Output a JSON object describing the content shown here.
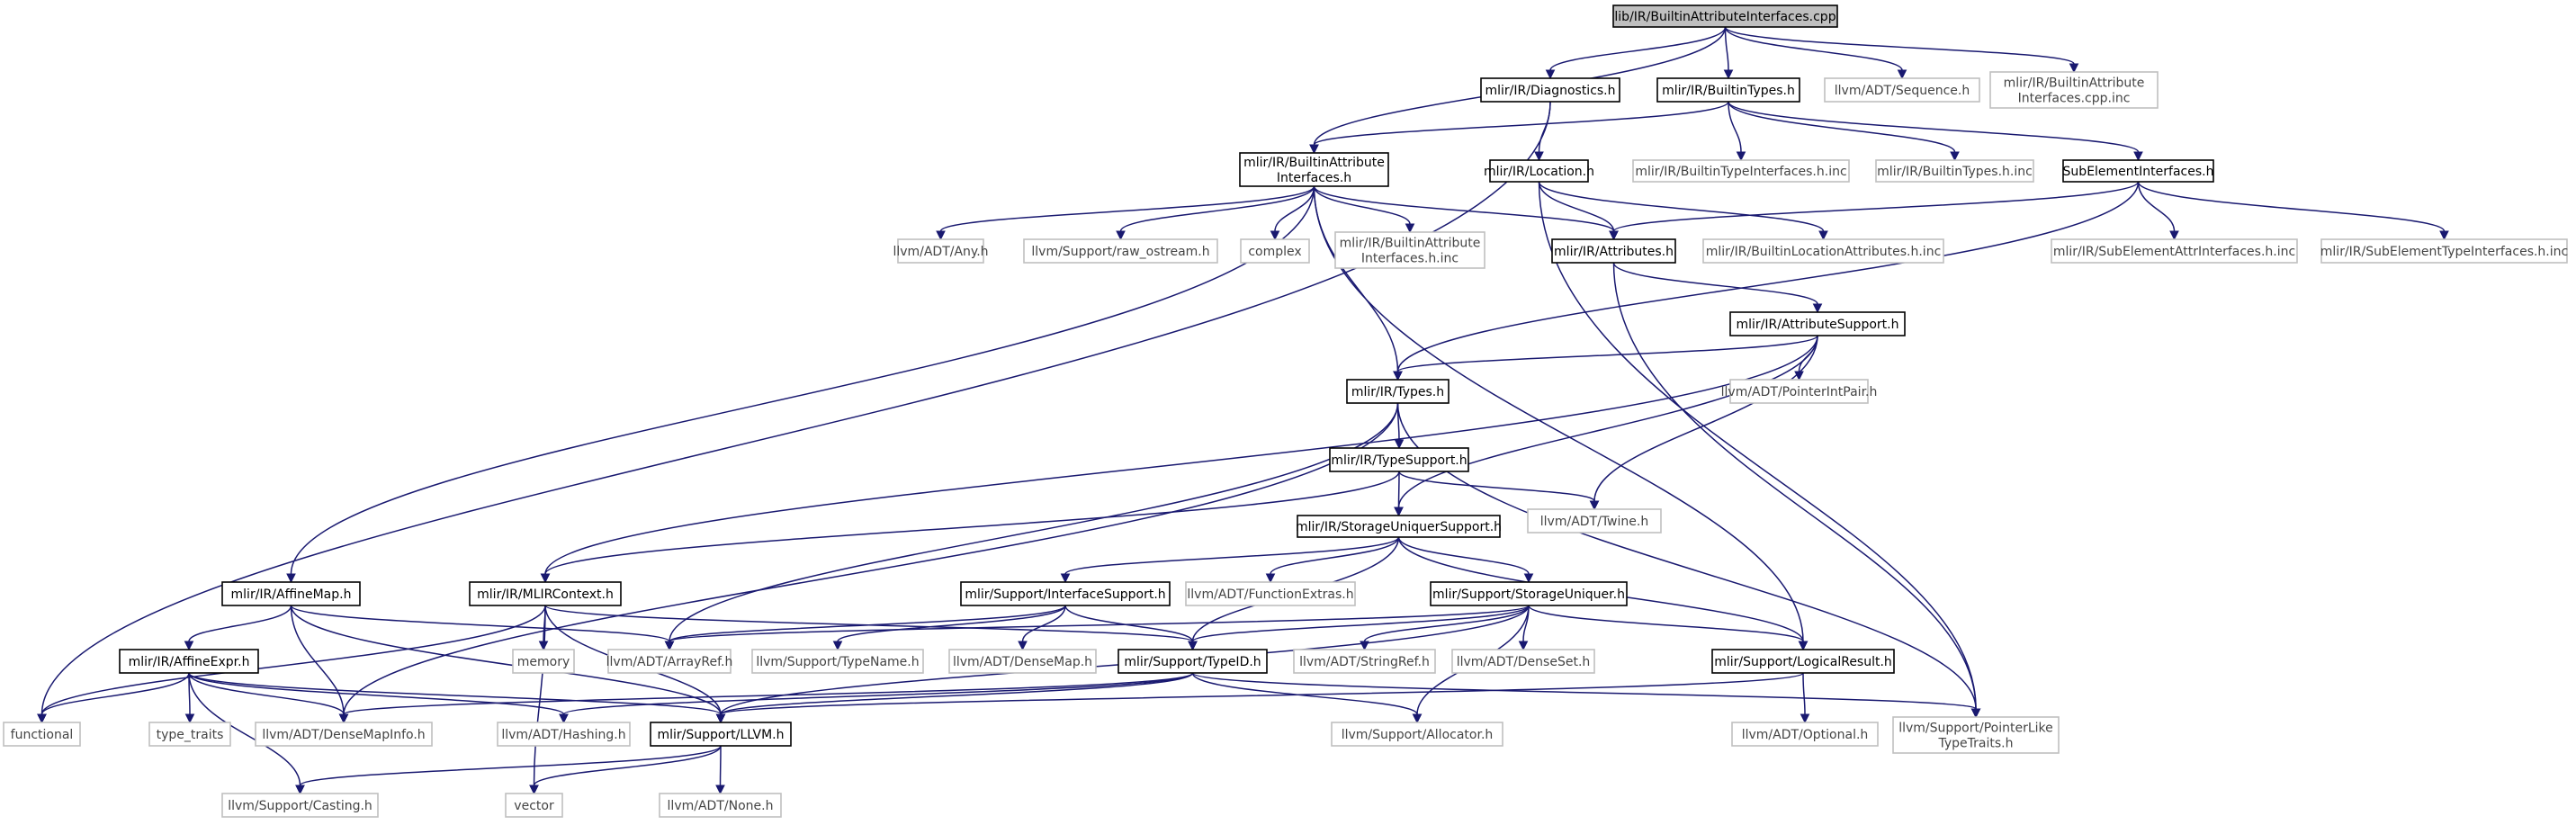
{
  "graph_title": "lib/IR/BuiltinAttributeInterfaces.cpp",
  "colors": {
    "edge": "#191970",
    "root_fill": "#bfbfbf",
    "documented_border": "#000000",
    "external_border": "#bfbfbf",
    "background": "#ffffff"
  },
  "nodes": [
    {
      "id": "root",
      "lines": [
        "lib/IR/BuiltinAttributeInterfaces.cpp"
      ],
      "kind": "root"
    },
    {
      "id": "diagnostics",
      "lines": [
        "mlir/IR/Diagnostics.h"
      ],
      "kind": "doc"
    },
    {
      "id": "builtintypes",
      "lines": [
        "mlir/IR/BuiltinTypes.h"
      ],
      "kind": "doc"
    },
    {
      "id": "sequence",
      "lines": [
        "llvm/ADT/Sequence.h"
      ],
      "kind": "ext"
    },
    {
      "id": "cppinc",
      "lines": [
        "mlir/IR/BuiltinAttribute",
        "Interfaces.cpp.inc"
      ],
      "kind": "ext"
    },
    {
      "id": "bai_h",
      "lines": [
        "mlir/IR/BuiltinAttribute",
        "Interfaces.h"
      ],
      "kind": "doc"
    },
    {
      "id": "location",
      "lines": [
        "mlir/IR/Location.h"
      ],
      "kind": "doc"
    },
    {
      "id": "bti_inc",
      "lines": [
        "mlir/IR/BuiltinTypeInterfaces.h.inc"
      ],
      "kind": "ext"
    },
    {
      "id": "bt_inc",
      "lines": [
        "mlir/IR/BuiltinTypes.h.inc"
      ],
      "kind": "ext"
    },
    {
      "id": "subelem",
      "lines": [
        "SubElementInterfaces.h"
      ],
      "kind": "doc"
    },
    {
      "id": "any",
      "lines": [
        "llvm/ADT/Any.h"
      ],
      "kind": "ext"
    },
    {
      "id": "raw_ostream",
      "lines": [
        "llvm/Support/raw_ostream.h"
      ],
      "kind": "ext"
    },
    {
      "id": "complex",
      "lines": [
        "complex"
      ],
      "kind": "ext"
    },
    {
      "id": "bai_h_inc",
      "lines": [
        "mlir/IR/BuiltinAttribute",
        "Interfaces.h.inc"
      ],
      "kind": "ext"
    },
    {
      "id": "attributes",
      "lines": [
        "mlir/IR/Attributes.h"
      ],
      "kind": "doc"
    },
    {
      "id": "bla_inc",
      "lines": [
        "mlir/IR/BuiltinLocationAttributes.h.inc"
      ],
      "kind": "ext"
    },
    {
      "id": "seai_inc",
      "lines": [
        "mlir/IR/SubElementAttrInterfaces.h.inc"
      ],
      "kind": "ext"
    },
    {
      "id": "seti_inc",
      "lines": [
        "mlir/IR/SubElementTypeInterfaces.h.inc"
      ],
      "kind": "ext"
    },
    {
      "id": "attrsupport",
      "lines": [
        "mlir/IR/AttributeSupport.h"
      ],
      "kind": "doc"
    },
    {
      "id": "types",
      "lines": [
        "mlir/IR/Types.h"
      ],
      "kind": "doc"
    },
    {
      "id": "pip",
      "lines": [
        "llvm/ADT/PointerIntPair.h"
      ],
      "kind": "ext"
    },
    {
      "id": "typesupport",
      "lines": [
        "mlir/IR/TypeSupport.h"
      ],
      "kind": "doc"
    },
    {
      "id": "twine",
      "lines": [
        "llvm/ADT/Twine.h"
      ],
      "kind": "ext"
    },
    {
      "id": "sus",
      "lines": [
        "mlir/IR/StorageUniquerSupport.h"
      ],
      "kind": "doc"
    },
    {
      "id": "affinemap",
      "lines": [
        "mlir/IR/AffineMap.h"
      ],
      "kind": "doc"
    },
    {
      "id": "mlircontext",
      "lines": [
        "mlir/IR/MLIRContext.h"
      ],
      "kind": "doc"
    },
    {
      "id": "ifsupport",
      "lines": [
        "mlir/Support/InterfaceSupport.h"
      ],
      "kind": "doc"
    },
    {
      "id": "funcextras",
      "lines": [
        "llvm/ADT/FunctionExtras.h"
      ],
      "kind": "ext"
    },
    {
      "id": "suniquer",
      "lines": [
        "mlir/Support/StorageUniquer.h"
      ],
      "kind": "doc"
    },
    {
      "id": "affineexpr",
      "lines": [
        "mlir/IR/AffineExpr.h"
      ],
      "kind": "doc"
    },
    {
      "id": "memory",
      "lines": [
        "memory"
      ],
      "kind": "ext"
    },
    {
      "id": "arrayref",
      "lines": [
        "llvm/ADT/ArrayRef.h"
      ],
      "kind": "ext"
    },
    {
      "id": "typename",
      "lines": [
        "llvm/Support/TypeName.h"
      ],
      "kind": "ext"
    },
    {
      "id": "densemap",
      "lines": [
        "llvm/ADT/DenseMap.h"
      ],
      "kind": "ext"
    },
    {
      "id": "typeid",
      "lines": [
        "mlir/Support/TypeID.h"
      ],
      "kind": "doc"
    },
    {
      "id": "stringref",
      "lines": [
        "llvm/ADT/StringRef.h"
      ],
      "kind": "ext"
    },
    {
      "id": "denseset",
      "lines": [
        "llvm/ADT/DenseSet.h"
      ],
      "kind": "ext"
    },
    {
      "id": "logicalresult",
      "lines": [
        "mlir/Support/LogicalResult.h"
      ],
      "kind": "doc"
    },
    {
      "id": "functional",
      "lines": [
        "functional"
      ],
      "kind": "ext"
    },
    {
      "id": "type_traits",
      "lines": [
        "type_traits"
      ],
      "kind": "ext"
    },
    {
      "id": "densemapinfo",
      "lines": [
        "llvm/ADT/DenseMapInfo.h"
      ],
      "kind": "ext"
    },
    {
      "id": "hashing",
      "lines": [
        "llvm/ADT/Hashing.h"
      ],
      "kind": "ext"
    },
    {
      "id": "llvmh",
      "lines": [
        "mlir/Support/LLVM.h"
      ],
      "kind": "doc"
    },
    {
      "id": "allocator",
      "lines": [
        "llvm/Support/Allocator.h"
      ],
      "kind": "ext"
    },
    {
      "id": "optional",
      "lines": [
        "llvm/ADT/Optional.h"
      ],
      "kind": "ext"
    },
    {
      "id": "plt",
      "lines": [
        "llvm/Support/PointerLike",
        "TypeTraits.h"
      ],
      "kind": "ext"
    },
    {
      "id": "casting",
      "lines": [
        "llvm/Support/Casting.h"
      ],
      "kind": "ext"
    },
    {
      "id": "vector",
      "lines": [
        "vector"
      ],
      "kind": "ext"
    },
    {
      "id": "none",
      "lines": [
        "llvm/ADT/None.h"
      ],
      "kind": "ext"
    }
  ],
  "edges": [
    [
      "root",
      "diagnostics"
    ],
    [
      "root",
      "builtintypes"
    ],
    [
      "root",
      "sequence"
    ],
    [
      "root",
      "cppinc"
    ],
    [
      "root",
      "bai_h"
    ],
    [
      "diagnostics",
      "location"
    ],
    [
      "diagnostics",
      "functional"
    ],
    [
      "builtintypes",
      "bai_h"
    ],
    [
      "builtintypes",
      "bti_inc"
    ],
    [
      "builtintypes",
      "bt_inc"
    ],
    [
      "builtintypes",
      "subelem"
    ],
    [
      "bai_h",
      "any"
    ],
    [
      "bai_h",
      "raw_ostream"
    ],
    [
      "bai_h",
      "complex"
    ],
    [
      "bai_h",
      "bai_h_inc"
    ],
    [
      "bai_h",
      "attributes"
    ],
    [
      "bai_h",
      "types"
    ],
    [
      "bai_h",
      "affinemap"
    ],
    [
      "bai_h",
      "logicalresult"
    ],
    [
      "location",
      "attributes"
    ],
    [
      "location",
      "bla_inc"
    ],
    [
      "location",
      "plt"
    ],
    [
      "subelem",
      "attributes"
    ],
    [
      "subelem",
      "types"
    ],
    [
      "subelem",
      "seai_inc"
    ],
    [
      "subelem",
      "seti_inc"
    ],
    [
      "attributes",
      "attrsupport"
    ],
    [
      "attributes",
      "plt"
    ],
    [
      "attrsupport",
      "types"
    ],
    [
      "attrsupport",
      "pip"
    ],
    [
      "attrsupport",
      "twine"
    ],
    [
      "attrsupport",
      "sus"
    ],
    [
      "attrsupport",
      "mlircontext"
    ],
    [
      "types",
      "typesupport"
    ],
    [
      "types",
      "arrayref"
    ],
    [
      "types",
      "densemapinfo"
    ],
    [
      "types",
      "plt"
    ],
    [
      "typesupport",
      "sus"
    ],
    [
      "typesupport",
      "twine"
    ],
    [
      "typesupport",
      "mlircontext"
    ],
    [
      "sus",
      "ifsupport"
    ],
    [
      "sus",
      "funcextras"
    ],
    [
      "sus",
      "suniquer"
    ],
    [
      "sus",
      "typeid"
    ],
    [
      "sus",
      "logicalresult"
    ],
    [
      "affinemap",
      "affineexpr"
    ],
    [
      "affinemap",
      "arrayref"
    ],
    [
      "affinemap",
      "densemapinfo"
    ],
    [
      "affinemap",
      "llvmh"
    ],
    [
      "mlircontext",
      "memory"
    ],
    [
      "mlircontext",
      "typeid"
    ],
    [
      "mlircontext",
      "functional"
    ],
    [
      "mlircontext",
      "vector"
    ],
    [
      "mlircontext",
      "llvmh"
    ],
    [
      "ifsupport",
      "arrayref"
    ],
    [
      "ifsupport",
      "typename"
    ],
    [
      "ifsupport",
      "densemap"
    ],
    [
      "ifsupport",
      "typeid"
    ],
    [
      "suniquer",
      "arrayref"
    ],
    [
      "suniquer",
      "typeid"
    ],
    [
      "suniquer",
      "stringref"
    ],
    [
      "suniquer",
      "denseset"
    ],
    [
      "suniquer",
      "logicalresult"
    ],
    [
      "suniquer",
      "allocator"
    ],
    [
      "suniquer",
      "llvmh"
    ],
    [
      "affineexpr",
      "functional"
    ],
    [
      "affineexpr",
      "type_traits"
    ],
    [
      "affineexpr",
      "densemapinfo"
    ],
    [
      "affineexpr",
      "hashing"
    ],
    [
      "affineexpr",
      "casting"
    ],
    [
      "affineexpr",
      "llvmh"
    ],
    [
      "typeid",
      "densemapinfo"
    ],
    [
      "typeid",
      "hashing"
    ],
    [
      "typeid",
      "llvmh"
    ],
    [
      "typeid",
      "allocator"
    ],
    [
      "typeid",
      "plt"
    ],
    [
      "logicalresult",
      "optional"
    ],
    [
      "logicalresult",
      "llvmh"
    ],
    [
      "llvmh",
      "casting"
    ],
    [
      "llvmh",
      "vector"
    ],
    [
      "llvmh",
      "none"
    ]
  ]
}
